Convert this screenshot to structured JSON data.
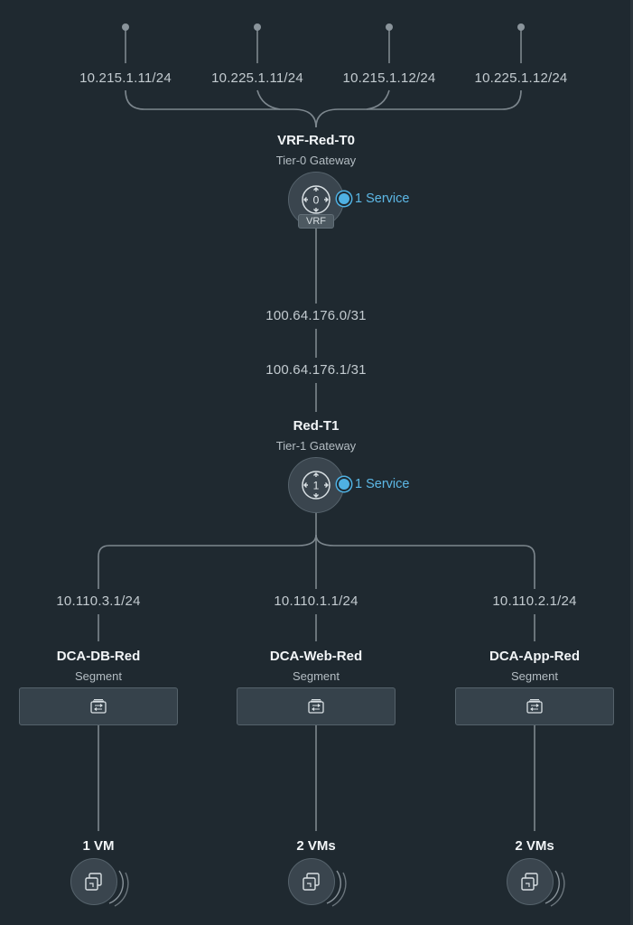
{
  "uplinks": [
    {
      "ip": "10.215.1.11/24"
    },
    {
      "ip": "10.225.1.11/24"
    },
    {
      "ip": "10.215.1.12/24"
    },
    {
      "ip": "10.225.1.12/24"
    }
  ],
  "tier0": {
    "name": "VRF-Red-T0",
    "type": "Tier-0 Gateway",
    "badge": "VRF",
    "icon_label": "0",
    "service": "1 Service"
  },
  "transit": {
    "upper_ip": "100.64.176.0/31",
    "lower_ip": "100.64.176.1/31"
  },
  "tier1": {
    "name": "Red-T1",
    "type": "Tier-1 Gateway",
    "icon_label": "1",
    "service": "1 Service"
  },
  "segments": [
    {
      "ip": "10.110.3.1/24",
      "name": "DCA-DB-Red",
      "type": "Segment",
      "vms": "1 VM"
    },
    {
      "ip": "10.110.1.1/24",
      "name": "DCA-Web-Red",
      "type": "Segment",
      "vms": "2 VMs"
    },
    {
      "ip": "10.110.2.1/24",
      "name": "DCA-App-Red",
      "type": "Segment",
      "vms": "2 VMs"
    }
  ],
  "colors": {
    "background": "#1f2930",
    "line": "#7d878e",
    "service_accent": "#4fb1e3"
  }
}
